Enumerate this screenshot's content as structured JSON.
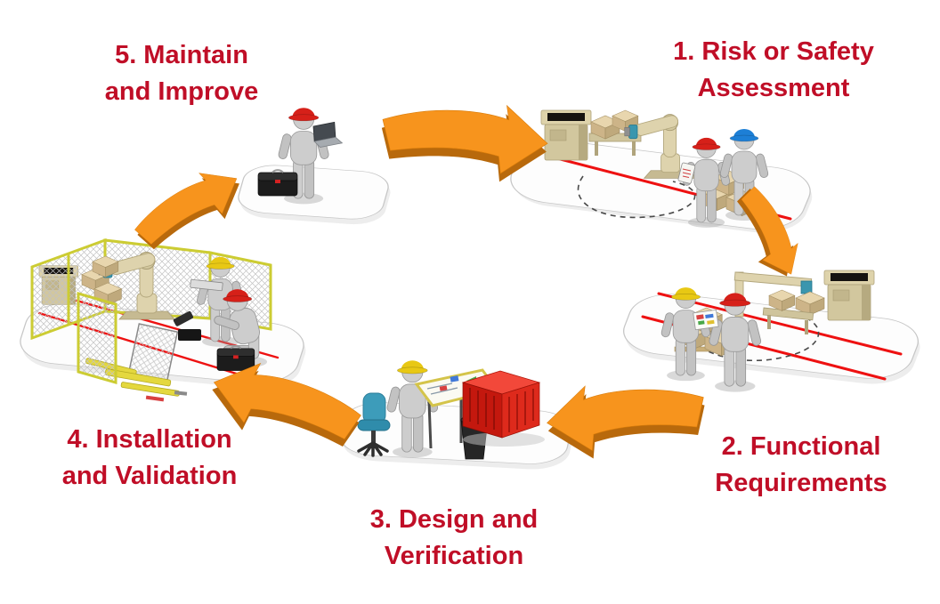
{
  "palette": {
    "label_red": "#c00e27",
    "arrow_orange": "#f7941d",
    "arrow_orange_dark": "#b8690c",
    "floor_line_red": "#ee1111",
    "fence_yellow": "#cccc33",
    "hat_red": "#d62019",
    "hat_yellow": "#e8c814",
    "hat_blue": "#1d7fd6"
  },
  "steps": [
    {
      "id": "1",
      "lines": [
        "1. Risk or Safety",
        "Assessment"
      ],
      "scene": "risk-or-safety-assessment"
    },
    {
      "id": "2",
      "lines": [
        "2. Functional",
        "Requirements"
      ],
      "scene": "functional-requirements"
    },
    {
      "id": "3",
      "lines": [
        "3. Design and",
        "Verification"
      ],
      "scene": "design-and-verification"
    },
    {
      "id": "4",
      "lines": [
        "4. Installation",
        "and Validation"
      ],
      "scene": "installation-and-validation"
    },
    {
      "id": "5",
      "lines": [
        "5. Maintain",
        "and Improve"
      ],
      "scene": "maintain-and-improve"
    }
  ]
}
